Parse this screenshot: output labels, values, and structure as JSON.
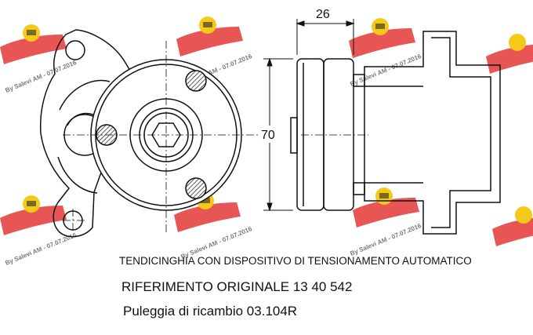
{
  "drawing": {
    "dimensions": {
      "width_label": "26",
      "height_label": "70"
    },
    "watermark": {
      "stamp_text": "By Salevi AM - 07.07.2016"
    },
    "colors": {
      "line": "#111111",
      "watermark_red": "#e02020",
      "watermark_yellow": "#f2c400",
      "hatch": "#333333"
    }
  },
  "captions": {
    "description": "TENDICINGHIA CON DISPOSITIVO DI TENSIONAMENTO AUTOMATICO",
    "original_reference": "RIFERIMENTO ORIGINALE 13 40 542",
    "spare_pulley": "Puleggia di ricambio 03.104R"
  }
}
